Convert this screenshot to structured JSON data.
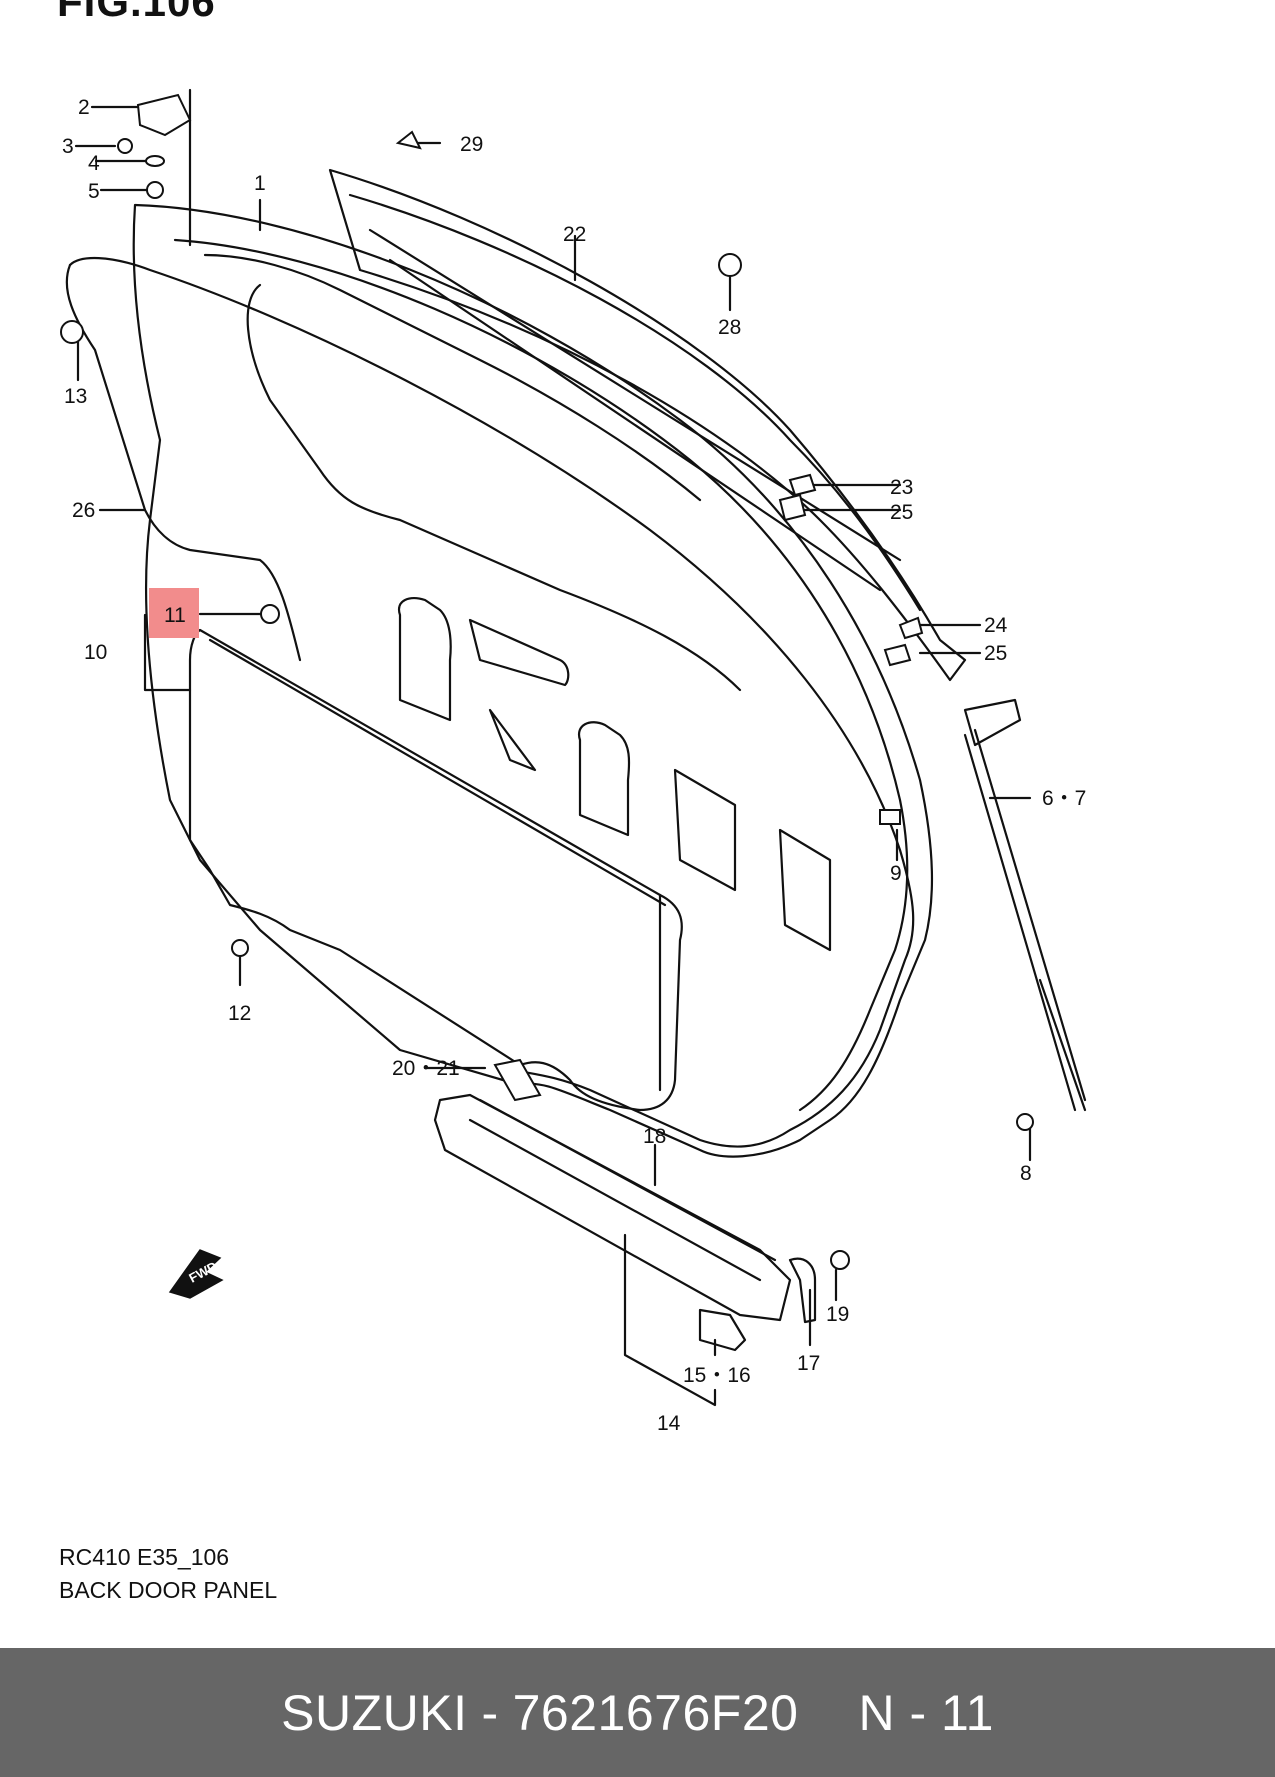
{
  "figure": {
    "title": "FIG.106",
    "code": "RC410 E35_106",
    "name": "BACK DOOR PANEL",
    "fwd_label": "FWD",
    "highlight_color": "#f28c8c"
  },
  "callouts": {
    "c1": "1",
    "c2": "2",
    "c3": "3",
    "c4": "4",
    "c5": "5",
    "c67": "6・7",
    "c8": "8",
    "c9": "9",
    "c10": "10",
    "c11": "11",
    "c12": "12",
    "c13": "13",
    "c14": "14",
    "c1516": "15・16",
    "c17": "17",
    "c18": "18",
    "c19": "19",
    "c2021": "20・21",
    "c22": "22",
    "c23": "23",
    "c24": "24",
    "c25a": "25",
    "c25b": "25",
    "c26": "26",
    "c28": "28",
    "c29": "29"
  },
  "footer": {
    "brand": "SUZUKI",
    "dash": "-",
    "part_number": "7621676F20",
    "position": "N - 11",
    "background": "#666666"
  }
}
